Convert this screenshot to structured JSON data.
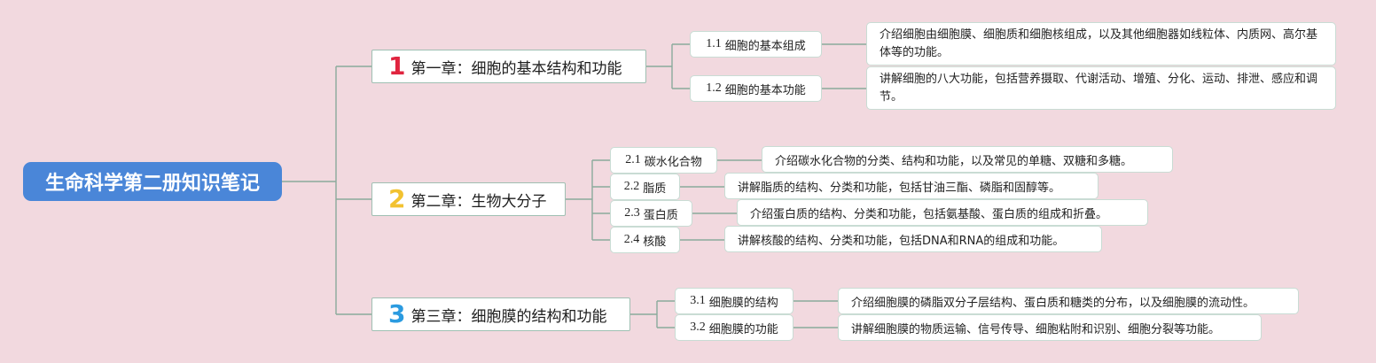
{
  "mindmap": {
    "root": "生命科学第二册知识笔记",
    "chapters": [
      {
        "number": "1",
        "number_color": "#e0243f",
        "title": "第一章：细胞的基本结构和功能",
        "sections": [
          {
            "code": "1.1",
            "title": "细胞的基本组成",
            "desc": "介绍细胞由细胞膜、细胞质和细胞核组成，以及其他细胞器如线粒体、内质网、高尔基体等的功能。"
          },
          {
            "code": "1.2",
            "title": "细胞的基本功能",
            "desc": "讲解细胞的八大功能，包括营养摄取、代谢活动、增殖、分化、运动、排泄、感应和调节。"
          }
        ]
      },
      {
        "number": "2",
        "number_color": "#f2c230",
        "title": "第二章：生物大分子",
        "sections": [
          {
            "code": "2.1",
            "title": "碳水化合物",
            "desc": "介绍碳水化合物的分类、结构和功能，以及常见的单糖、双糖和多糖。"
          },
          {
            "code": "2.2",
            "title": "脂质",
            "desc": "讲解脂质的结构、分类和功能，包括甘油三酯、磷脂和固醇等。"
          },
          {
            "code": "2.3",
            "title": "蛋白质",
            "desc": "介绍蛋白质的结构、分类和功能，包括氨基酸、蛋白质的组成和折叠。"
          },
          {
            "code": "2.4",
            "title": "核酸",
            "desc": "讲解核酸的结构、分类和功能，包括DNA和RNA的组成和功能。"
          }
        ]
      },
      {
        "number": "3",
        "number_color": "#2b9be0",
        "title": "第三章：细胞膜的结构和功能",
        "sections": [
          {
            "code": "3.1",
            "title": "细胞膜的结构",
            "desc": "介绍细胞膜的磷脂双分子层结构、蛋白质和糖类的分布，以及细胞膜的流动性。"
          },
          {
            "code": "3.2",
            "title": "细胞膜的功能",
            "desc": "讲解细胞膜的物质运输、信号传导、细胞粘附和识别、细胞分裂等功能。"
          }
        ]
      }
    ],
    "colors": {
      "background": "#f2d9df",
      "root": "#4a86d8",
      "connector": "#8aaa9b"
    }
  }
}
